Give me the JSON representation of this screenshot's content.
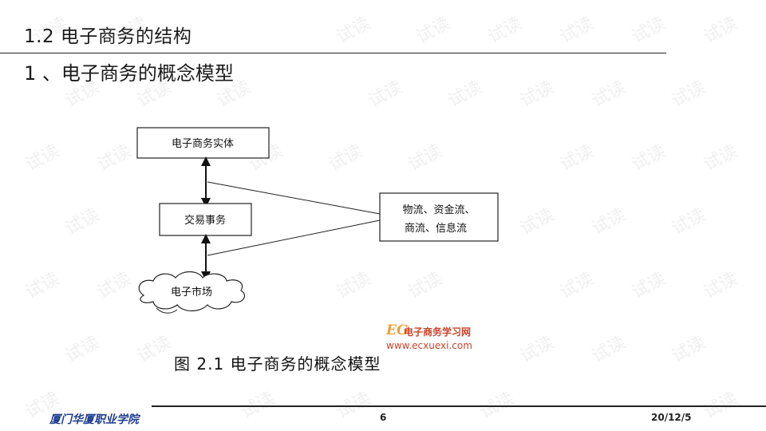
{
  "header": {
    "section_title": "1.2 电子商务的结构",
    "sub_title": "1 、电子商务的概念模型"
  },
  "diagram": {
    "entity_label": "电子商务实体",
    "transaction_label": "交易事务",
    "market_label": "电子市场",
    "flows_line1": "物流、资金流、",
    "flows_line2": "商流、信息流",
    "logo_mark": "EG",
    "logo_name": "电子商务学习网",
    "logo_url": "www.ecxuexi.com",
    "caption": "图 2.1   电子商务的概念模型"
  },
  "watermark": {
    "text": "试读"
  },
  "footer": {
    "institution": "厦门华厦职业学院",
    "page_number": "6",
    "date": "20/12/5"
  },
  "colors": {
    "footer_institution": "#1d3b8f",
    "logo_orange": "#e8a33a",
    "logo_red": "#c8442a"
  }
}
